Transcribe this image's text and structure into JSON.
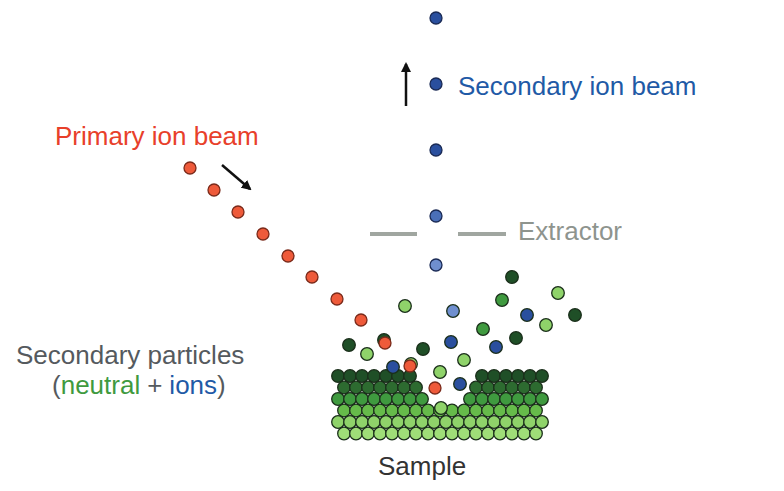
{
  "diagram": {
    "labels": [
      "Primary ion beam",
      "Secondary ion beam",
      "Extractor",
      "Secondary particles",
      "(",
      "neutral",
      "+",
      "ions",
      ")",
      "Sample"
    ]
  }
}
